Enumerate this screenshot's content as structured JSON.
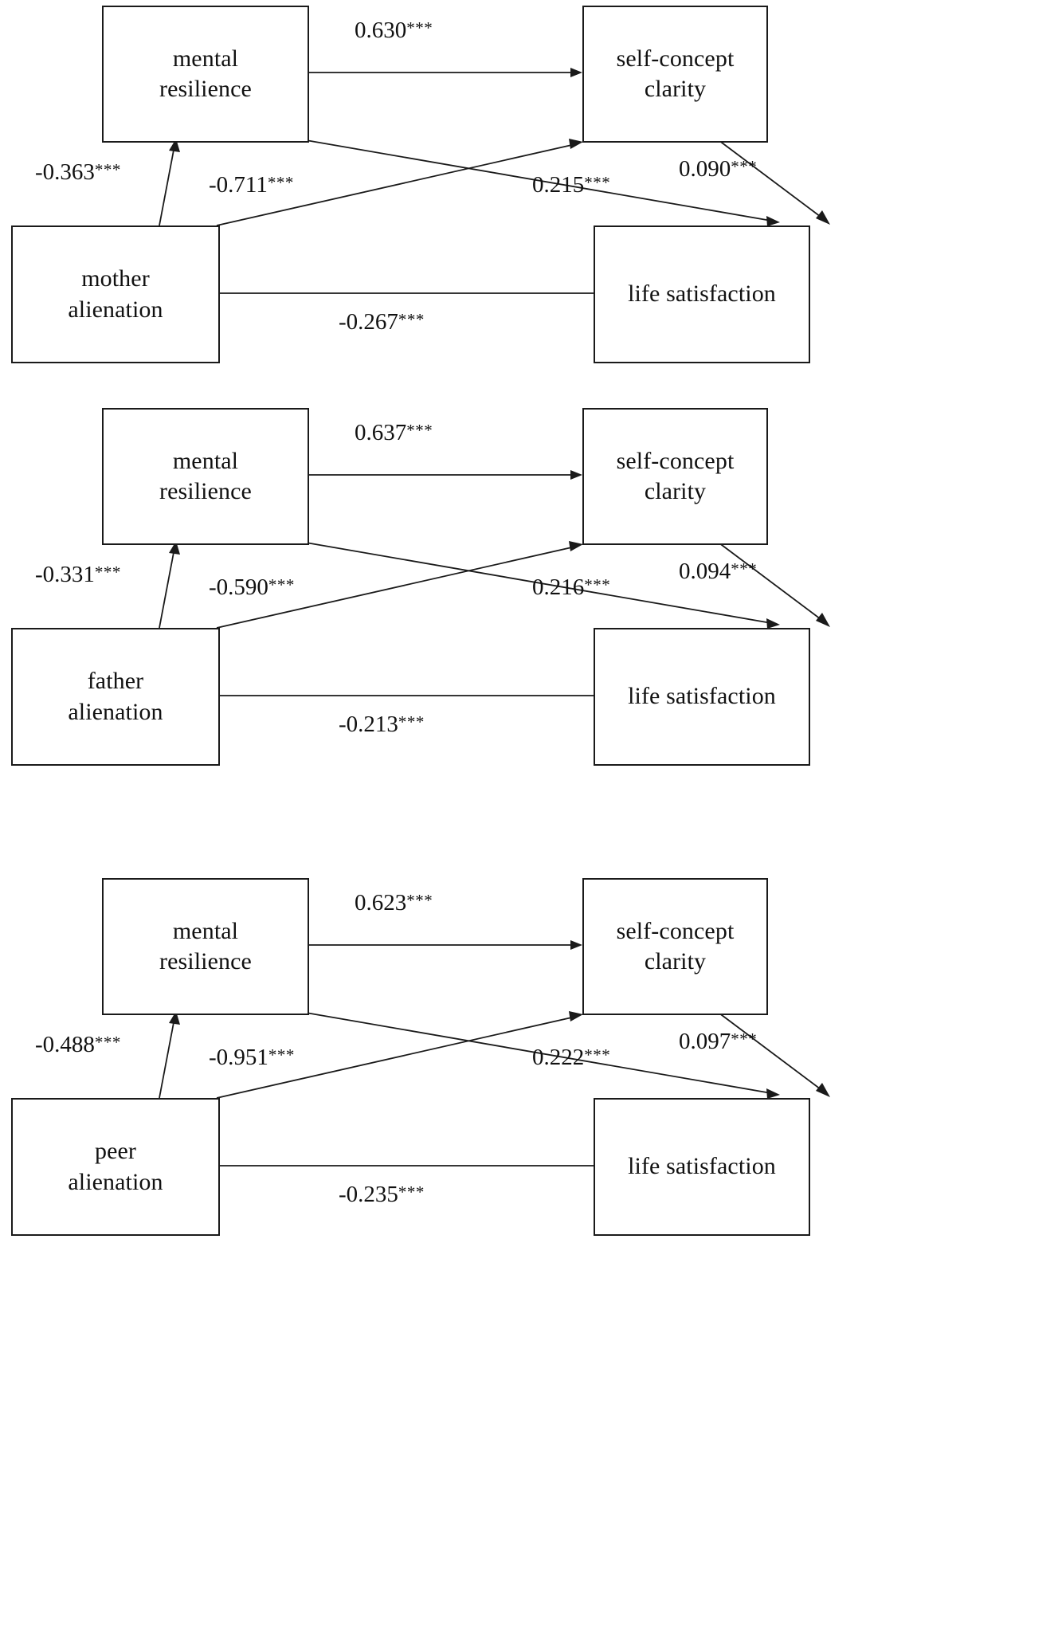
{
  "figure": {
    "type": "path-diagram",
    "significance_marker": "***",
    "node_labels": {
      "mental_resilience": "mental\nresilience",
      "self_concept_clarity": "self-concept\nclarity",
      "life_satisfaction": "life satisfaction",
      "mother_alienation": "mother\nalienation",
      "father_alienation": "father\nalienation",
      "peer_alienation": "peer\nalienation"
    }
  },
  "chart_data": {
    "type": "diagram",
    "title": "",
    "panels": [
      {
        "id": "panel-1",
        "predictor": "mother\nalienation",
        "nodes": [
          "mental\nresilience",
          "self-concept\nclarity",
          "mother\nalienation",
          "life satisfaction"
        ],
        "paths": [
          {
            "from": "mental resilience",
            "to": "self-concept clarity",
            "coef": "0.630",
            "stars": "***",
            "label": "0.630***"
          },
          {
            "from": "mother alienation",
            "to": "mental resilience",
            "coef": "-0.363",
            "stars": "***",
            "label": "-0.363***"
          },
          {
            "from": "mental resilience",
            "to": "life satisfaction",
            "coef": "-0.711",
            "stars": "***",
            "label": "-0.711***"
          },
          {
            "from": "mother alienation",
            "to": "self-concept clarity",
            "coef": "0.215",
            "stars": "***",
            "label": "0.215***"
          },
          {
            "from": "self-concept clarity",
            "to": "life satisfaction",
            "coef": "0.090",
            "stars": "***",
            "label": "0.090***"
          },
          {
            "from": "mother alienation",
            "to": "life satisfaction",
            "coef": "-0.267",
            "stars": "***",
            "label": "-0.267***"
          }
        ],
        "labels": {
          "top": "0.630",
          "top_stars": "***",
          "left": "-0.363",
          "left_stars": "***",
          "mid_left": "-0.711",
          "mid_left_stars": "***",
          "mid_right": "0.215",
          "mid_right_stars": "***",
          "right": "0.090",
          "right_stars": "***",
          "bottom": "-0.267",
          "bottom_stars": "***"
        }
      },
      {
        "id": "panel-2",
        "predictor": "father\nalienation",
        "nodes": [
          "mental\nresilience",
          "self-concept\nclarity",
          "father\nalienation",
          "life satisfaction"
        ],
        "paths": [
          {
            "from": "mental resilience",
            "to": "self-concept clarity",
            "coef": "0.637",
            "stars": "***",
            "label": "0.637***"
          },
          {
            "from": "father alienation",
            "to": "mental resilience",
            "coef": "-0.331",
            "stars": "***",
            "label": "-0.331***"
          },
          {
            "from": "mental resilience",
            "to": "life satisfaction",
            "coef": "-0.590",
            "stars": "***",
            "label": "-0.590***"
          },
          {
            "from": "father alienation",
            "to": "self-concept clarity",
            "coef": "0.216",
            "stars": "***",
            "label": "0.216***"
          },
          {
            "from": "self-concept clarity",
            "to": "life satisfaction",
            "coef": "0.094",
            "stars": "***",
            "label": "0.094***"
          },
          {
            "from": "father alienation",
            "to": "life satisfaction",
            "coef": "-0.213",
            "stars": "***",
            "label": "-0.213***"
          }
        ],
        "labels": {
          "top": "0.637",
          "top_stars": "***",
          "left": "-0.331",
          "left_stars": "***",
          "mid_left": "-0.590",
          "mid_left_stars": "***",
          "mid_right": "0.216",
          "mid_right_stars": "***",
          "right": "0.094",
          "right_stars": "***",
          "bottom": "-0.213",
          "bottom_stars": "***"
        }
      },
      {
        "id": "panel-3",
        "predictor": "peer\nalienation",
        "nodes": [
          "mental\nresilience",
          "self-concept\nclarity",
          "peer\nalienation",
          "life satisfaction"
        ],
        "paths": [
          {
            "from": "mental resilience",
            "to": "self-concept clarity",
            "coef": "0.623",
            "stars": "***",
            "label": "0.623***"
          },
          {
            "from": "peer alienation",
            "to": "mental resilience",
            "coef": "-0.488",
            "stars": "***",
            "label": "-0.488***"
          },
          {
            "from": "mental resilience",
            "to": "life satisfaction",
            "coef": "-0.951",
            "stars": "***",
            "label": "-0.951***"
          },
          {
            "from": "peer alienation",
            "to": "self-concept clarity",
            "coef": "0.222",
            "stars": "***",
            "label": "0.222***"
          },
          {
            "from": "self-concept clarity",
            "to": "life satisfaction",
            "coef": "0.097",
            "stars": "***",
            "label": "0.097***"
          },
          {
            "from": "peer alienation",
            "to": "life satisfaction",
            "coef": "-0.235",
            "stars": "***",
            "label": "-0.235***"
          }
        ],
        "labels": {
          "top": "0.623",
          "top_stars": "***",
          "left": "-0.488",
          "left_stars": "***",
          "mid_left": "-0.951",
          "mid_left_stars": "***",
          "mid_right": "0.222",
          "mid_right_stars": "***",
          "right": "0.097",
          "right_stars": "***",
          "bottom": "-0.235",
          "bottom_stars": "***"
        }
      }
    ]
  }
}
